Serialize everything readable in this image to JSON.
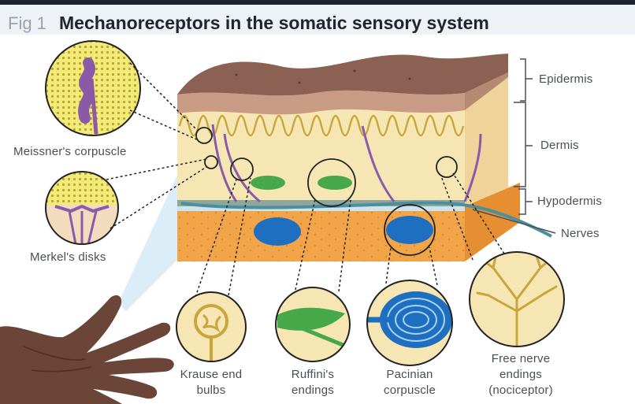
{
  "figure": {
    "fig_number": "Fig 1",
    "title": "Mechanoreceptors in the somatic sensory system"
  },
  "layers": {
    "epidermis": "Epidermis",
    "dermis": "Dermis",
    "hypodermis": "Hypodermis",
    "nerves": "Nerves"
  },
  "receptors": {
    "meissner": "Meissner's corpuscle",
    "merkel": "Merkel's disks",
    "krause": "Krause end\nbulbs",
    "ruffini": "Ruffini's\nendings",
    "pacinian": "Pacinian\ncorpuscle",
    "free": "Free nerve\nendings\n(nociceptor)"
  },
  "colors": {
    "title_bar": "#eef1f5",
    "skin_surface": "#8a6152",
    "epidermis": "#c99b84",
    "dermis": "#f6e6b3",
    "papillae": "#c9a63b",
    "hypodermis": "#f0a64b",
    "nerve_purple": "#8a5aa8",
    "ruffini_green": "#47a84a",
    "pacinian_blue": "#1f6fc0",
    "nerve_teal": "#4a8f9e",
    "hand": "#6a4538"
  }
}
